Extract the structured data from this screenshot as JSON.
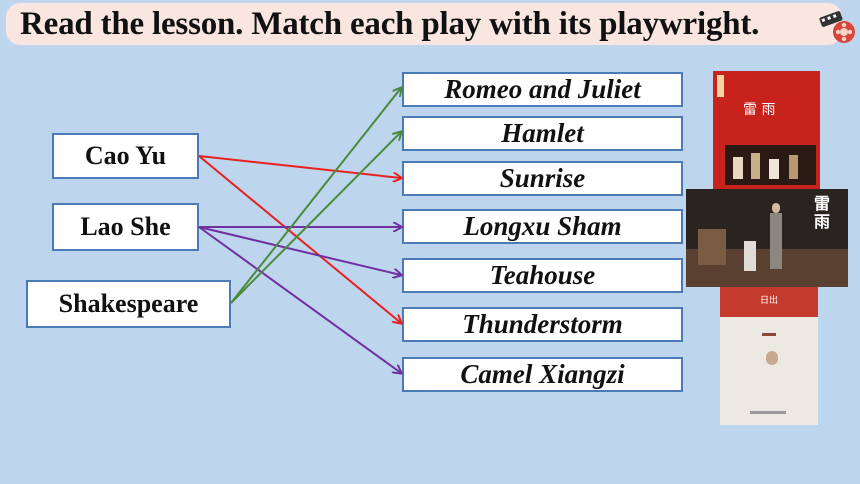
{
  "title": "Read the lesson. Match each play with its playwright.",
  "authors": [
    "Cao Yu",
    "Lao She",
    "Shakespeare"
  ],
  "plays": [
    "Romeo and Juliet",
    "Hamlet",
    "Sunrise",
    "Longxu Sham",
    "Teahouse",
    "Thunderstorm",
    "Camel Xiangzi"
  ],
  "matches": [
    {
      "author": "Cao Yu",
      "plays": [
        "Sunrise",
        "Thunderstorm"
      ],
      "color": "#e8211f"
    },
    {
      "author": "Lao She",
      "plays": [
        "Longxu Sham",
        "Teahouse",
        "Camel Xiangzi"
      ],
      "color": "#7030a0"
    },
    {
      "author": "Shakespeare",
      "plays": [
        "Romeo and Juliet",
        "Hamlet"
      ],
      "color": "#4a8a3a"
    }
  ],
  "images": {
    "book1_title": "雷  雨",
    "stage_title": "雷雨",
    "book2_spine": "日出"
  }
}
